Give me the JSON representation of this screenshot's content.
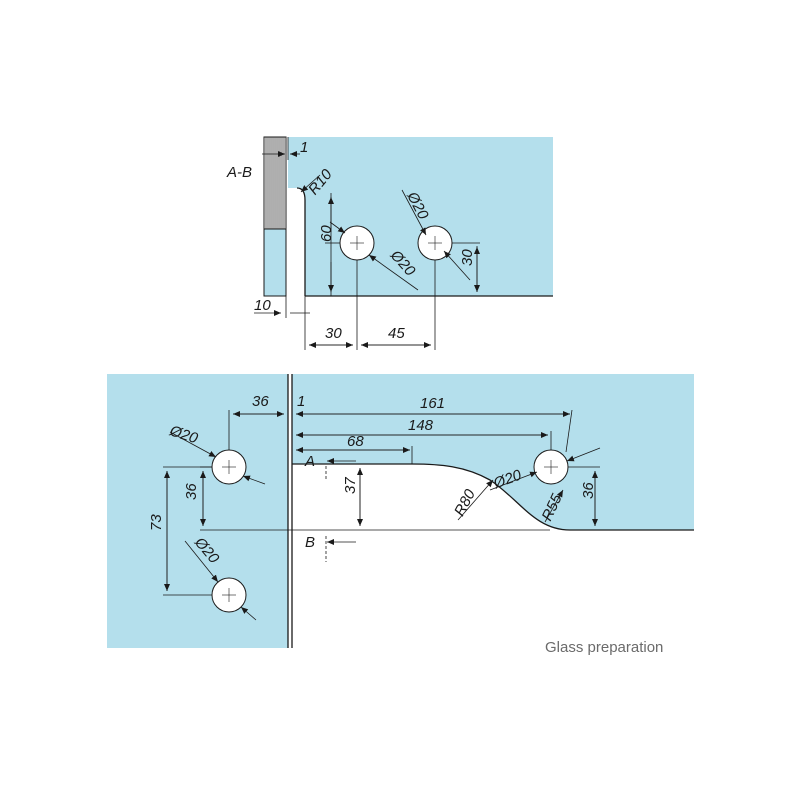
{
  "section_label": "A-B",
  "caption": "Glass preparation",
  "upper_view": {
    "dim_gap": "1",
    "dim_radius": "R10",
    "dim_hole1_dia": "Ø20",
    "dim_hole2_dia": "Ø20",
    "dim_height_60": "60",
    "dim_height_30": "30",
    "dim_10": "10",
    "dim_30": "30",
    "dim_45": "45"
  },
  "lower_view": {
    "dim_36_top": "36",
    "dim_1": "1",
    "dim_161": "161",
    "dim_148": "148",
    "dim_68": "68",
    "label_a": "A",
    "label_b": "B",
    "dim_hole_top_dia": "Ø20",
    "dim_hole_bottom_dia": "Ø20",
    "dim_hole_right_dia": "Ø20",
    "dim_36_left": "36",
    "dim_73": "73",
    "dim_37": "37",
    "dim_r80": "R80",
    "dim_r55": "R55",
    "dim_36_right": "36"
  },
  "colors": {
    "glass": "#b4dfec",
    "line": "#1a1a1a",
    "caption": "#6b6b6b"
  }
}
